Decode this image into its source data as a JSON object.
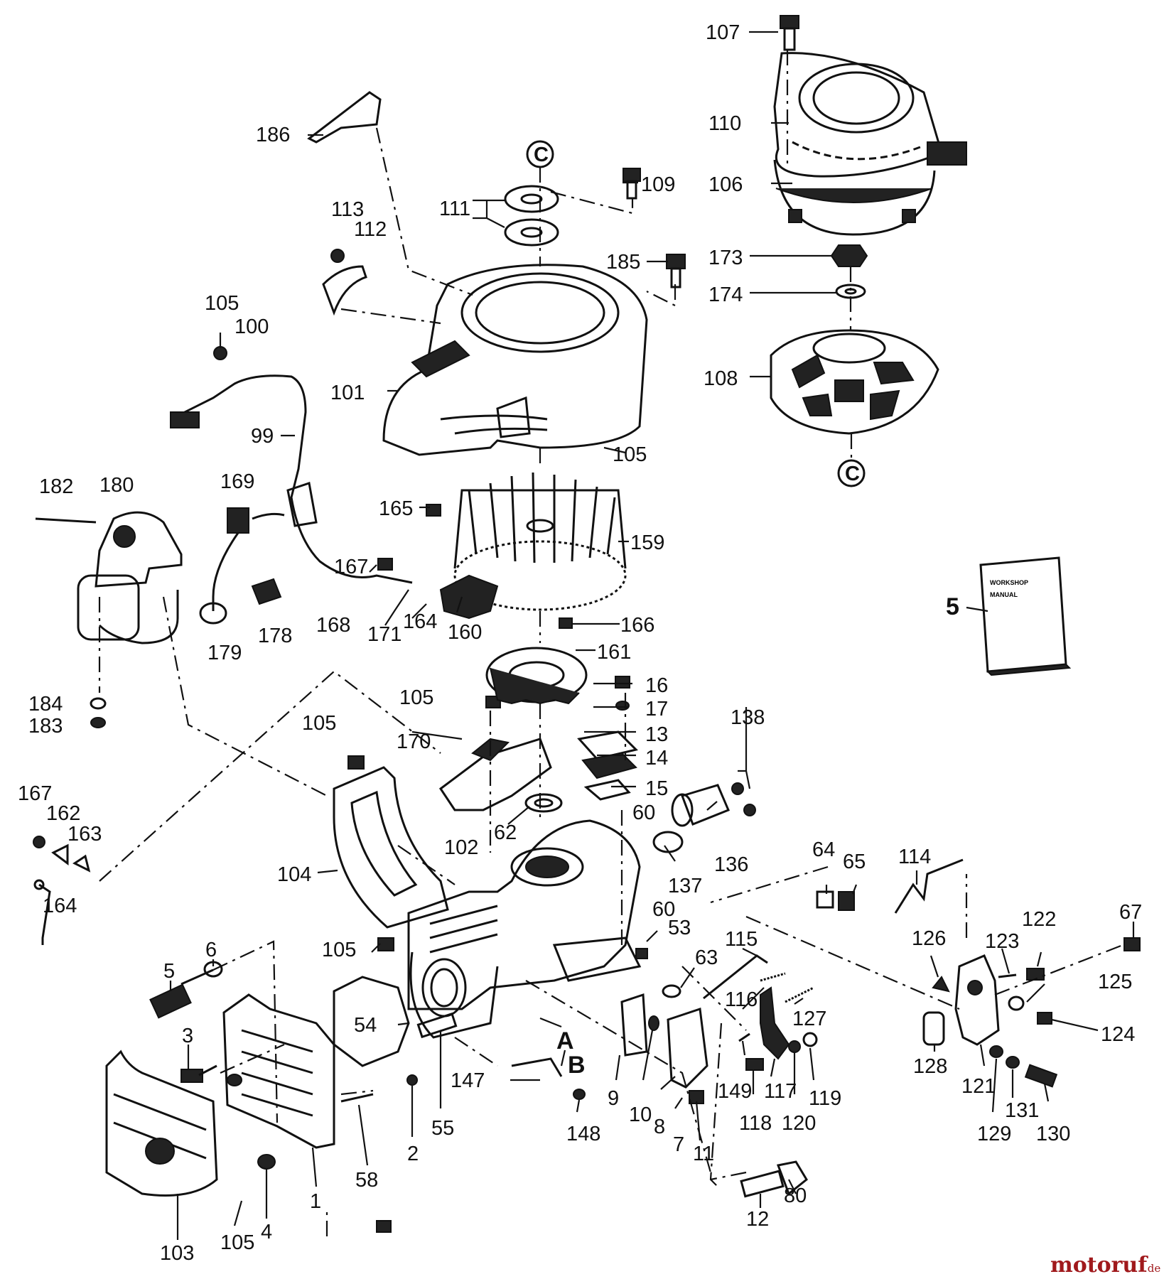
{
  "labels": [
    {
      "id": "107",
      "text": "107"
    },
    {
      "id": "110",
      "text": "110"
    },
    {
      "id": "106",
      "text": "106"
    },
    {
      "id": "186",
      "text": "186"
    },
    {
      "id": "c-top",
      "text": "C"
    },
    {
      "id": "111",
      "text": "111"
    },
    {
      "id": "109",
      "text": "109"
    },
    {
      "id": "113",
      "text": "113"
    },
    {
      "id": "112",
      "text": "112"
    },
    {
      "id": "185",
      "text": "185"
    },
    {
      "id": "173",
      "text": "173"
    },
    {
      "id": "174",
      "text": "174"
    },
    {
      "id": "105a",
      "text": "105"
    },
    {
      "id": "100",
      "text": "100"
    },
    {
      "id": "108",
      "text": "108"
    },
    {
      "id": "101",
      "text": "101"
    },
    {
      "id": "99",
      "text": "99"
    },
    {
      "id": "105b",
      "text": "105"
    },
    {
      "id": "c-bottom",
      "text": "C"
    },
    {
      "id": "182",
      "text": "182"
    },
    {
      "id": "180",
      "text": "180"
    },
    {
      "id": "169",
      "text": "169"
    },
    {
      "id": "165",
      "text": "165"
    },
    {
      "id": "159",
      "text": "159"
    },
    {
      "id": "167a",
      "text": "167"
    },
    {
      "id": "5a",
      "text": "5"
    },
    {
      "id": "179",
      "text": "179"
    },
    {
      "id": "178",
      "text": "178"
    },
    {
      "id": "168",
      "text": "168"
    },
    {
      "id": "171",
      "text": "171"
    },
    {
      "id": "164a",
      "text": "164"
    },
    {
      "id": "160",
      "text": "160"
    },
    {
      "id": "166",
      "text": "166"
    },
    {
      "id": "161",
      "text": "161"
    },
    {
      "id": "184",
      "text": "184"
    },
    {
      "id": "183",
      "text": "183"
    },
    {
      "id": "105c",
      "text": "105"
    },
    {
      "id": "16",
      "text": "16"
    },
    {
      "id": "17",
      "text": "17"
    },
    {
      "id": "138",
      "text": "138"
    },
    {
      "id": "105d",
      "text": "105"
    },
    {
      "id": "170",
      "text": "170"
    },
    {
      "id": "13",
      "text": "13"
    },
    {
      "id": "14",
      "text": "14"
    },
    {
      "id": "15",
      "text": "15"
    },
    {
      "id": "167b",
      "text": "167"
    },
    {
      "id": "162",
      "text": "162"
    },
    {
      "id": "163",
      "text": "163"
    },
    {
      "id": "60a",
      "text": "60"
    },
    {
      "id": "62",
      "text": "62"
    },
    {
      "id": "102",
      "text": "102"
    },
    {
      "id": "136",
      "text": "136"
    },
    {
      "id": "64",
      "text": "64"
    },
    {
      "id": "65",
      "text": "65"
    },
    {
      "id": "114",
      "text": "114"
    },
    {
      "id": "104",
      "text": "104"
    },
    {
      "id": "137",
      "text": "137"
    },
    {
      "id": "164b",
      "text": "164"
    },
    {
      "id": "60b",
      "text": "60"
    },
    {
      "id": "67",
      "text": "67"
    },
    {
      "id": "6",
      "text": "6"
    },
    {
      "id": "53",
      "text": "53"
    },
    {
      "id": "115",
      "text": "115"
    },
    {
      "id": "126",
      "text": "126"
    },
    {
      "id": "122",
      "text": "122"
    },
    {
      "id": "5b",
      "text": "5"
    },
    {
      "id": "105e",
      "text": "105"
    },
    {
      "id": "63",
      "text": "63"
    },
    {
      "id": "123",
      "text": "123"
    },
    {
      "id": "125",
      "text": "125"
    },
    {
      "id": "116",
      "text": "116"
    },
    {
      "id": "127",
      "text": "127"
    },
    {
      "id": "54",
      "text": "54"
    },
    {
      "id": "A",
      "text": "A"
    },
    {
      "id": "3",
      "text": "3"
    },
    {
      "id": "124",
      "text": "124"
    },
    {
      "id": "B",
      "text": "B"
    },
    {
      "id": "128",
      "text": "128"
    },
    {
      "id": "147",
      "text": "147"
    },
    {
      "id": "149",
      "text": "149"
    },
    {
      "id": "121",
      "text": "121"
    },
    {
      "id": "117",
      "text": "117"
    },
    {
      "id": "119",
      "text": "119"
    },
    {
      "id": "9",
      "text": "9"
    },
    {
      "id": "10",
      "text": "10"
    },
    {
      "id": "8",
      "text": "8"
    },
    {
      "id": "55",
      "text": "55"
    },
    {
      "id": "118",
      "text": "118"
    },
    {
      "id": "120",
      "text": "120"
    },
    {
      "id": "2",
      "text": "2"
    },
    {
      "id": "148",
      "text": "148"
    },
    {
      "id": "7",
      "text": "7"
    },
    {
      "id": "129",
      "text": "129"
    },
    {
      "id": "131",
      "text": "131"
    },
    {
      "id": "130",
      "text": "130"
    },
    {
      "id": "11",
      "text": "11"
    },
    {
      "id": "58",
      "text": "58"
    },
    {
      "id": "80",
      "text": "80"
    },
    {
      "id": "1",
      "text": "1"
    },
    {
      "id": "4",
      "text": "4"
    },
    {
      "id": "12",
      "text": "12"
    },
    {
      "id": "103",
      "text": "103"
    },
    {
      "id": "105f",
      "text": "105"
    }
  ],
  "manual": {
    "line1": "WORKSHOP",
    "line2": "MANUAL"
  },
  "watermark": {
    "brand": "motoruf",
    "suffix": ".de"
  }
}
